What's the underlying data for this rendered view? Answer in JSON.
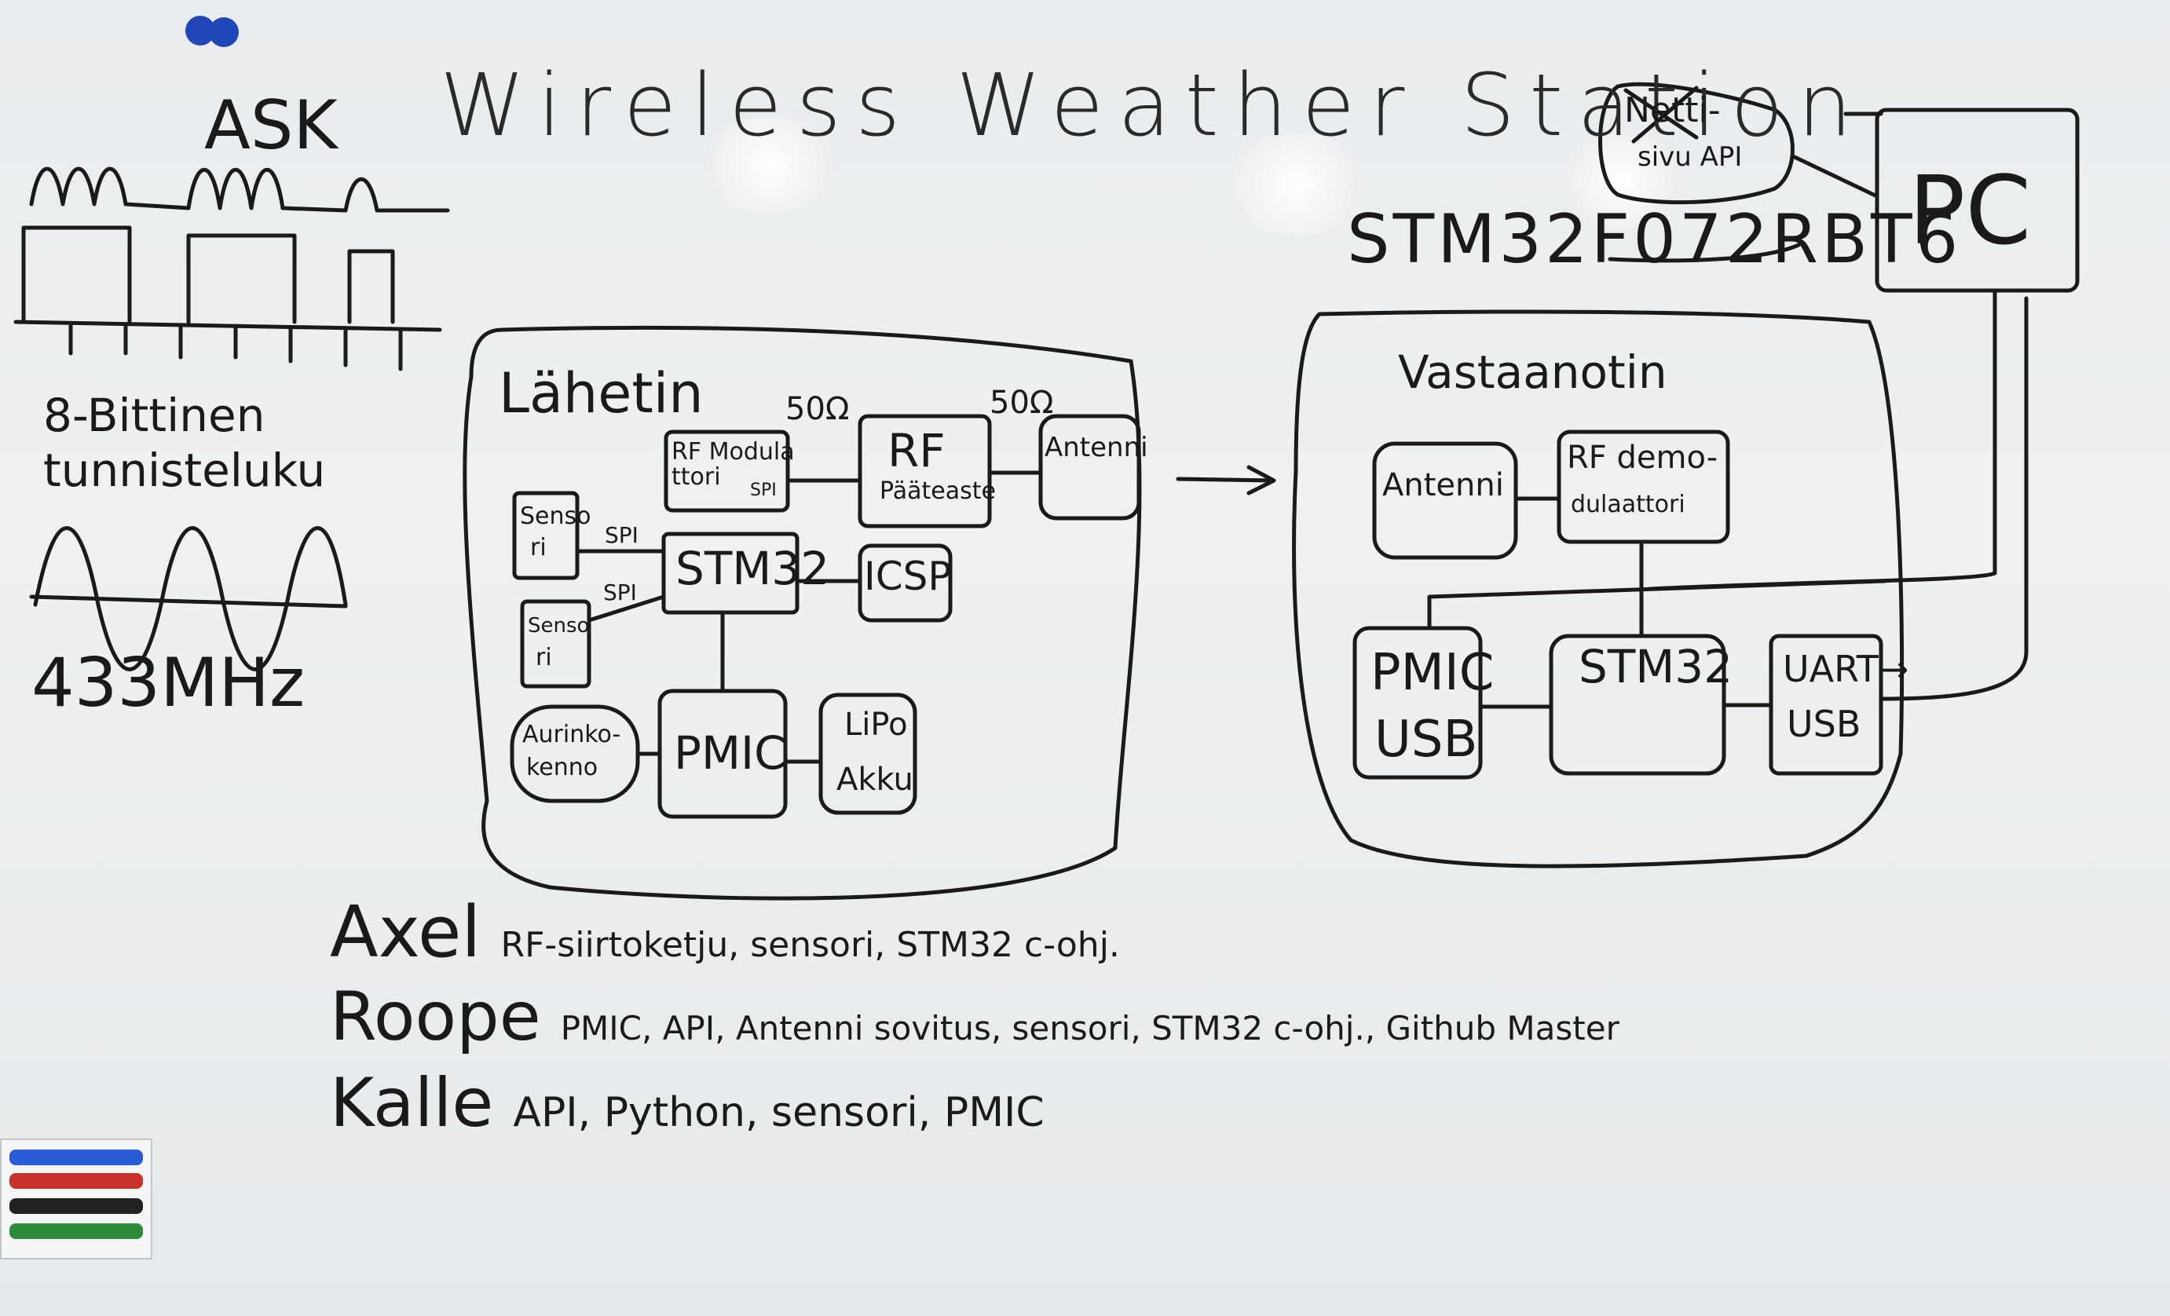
{
  "board": {
    "title": "Wireless Weather Station",
    "mcu_label": "STM32F072RBT6",
    "ask": {
      "heading": "ASK",
      "id_label_line1": "8-Bittinen",
      "id_label_line2": "tunnisteluku",
      "freq_label": "433MHz"
    },
    "transmitter": {
      "heading": "Lähetin",
      "rf_modulator": "RF Modulaattori",
      "rf_modulator_line1": "RF Modula",
      "rf_modulator_line2": "ttori",
      "spi_small": "SPI",
      "rf_amp_line1": "RF",
      "rf_amp_line2": "Pääteaste",
      "antenna": "Antenni",
      "ohm1": "50Ω",
      "ohm2": "50Ω",
      "sensor1_line1": "Senso",
      "sensor1_line2": "ri",
      "sensor2_line1": "Senso",
      "sensor2_line2": "ri",
      "spi1": "SPI",
      "spi2": "SPI",
      "stm32": "STM32",
      "icsp": "ICSP",
      "solar_line1": "Aurinko-",
      "solar_line2": "kenno",
      "pmic": "PMIC",
      "lipo_line1": "LiPo",
      "lipo_line2": "Akku"
    },
    "receiver": {
      "heading": "Vastaanotin",
      "antenna": "Antenni",
      "rf_demod_line1": "RF demo-",
      "rf_demod_line2": "dulaattori",
      "pmic_line1": "PMIC",
      "pmic_line2": "USB",
      "stm32": "STM32",
      "uart_line1": "UART→",
      "uart_line2": "USB"
    },
    "web": {
      "line1": "Netti-",
      "line2": "sivu API"
    },
    "pc": "PC",
    "tasks": [
      {
        "name": "Axel",
        "text": "RF-siirtoketju, sensori, STM32 c-ohj."
      },
      {
        "name": "Roope",
        "text": "PMIC, API, Antenni sovitus, sensori, STM32 c-ohj., Github Master"
      },
      {
        "name": "Kalle",
        "text": "API, Python, sensori, PMIC"
      }
    ]
  },
  "colors": {
    "ink": "#1a1a1a",
    "board": "#eceef0",
    "magnet": "#1f47b8",
    "marker_blue": "#2a5bd7",
    "marker_red": "#c8322c",
    "marker_black": "#222222",
    "marker_green": "#2e8b3e"
  }
}
